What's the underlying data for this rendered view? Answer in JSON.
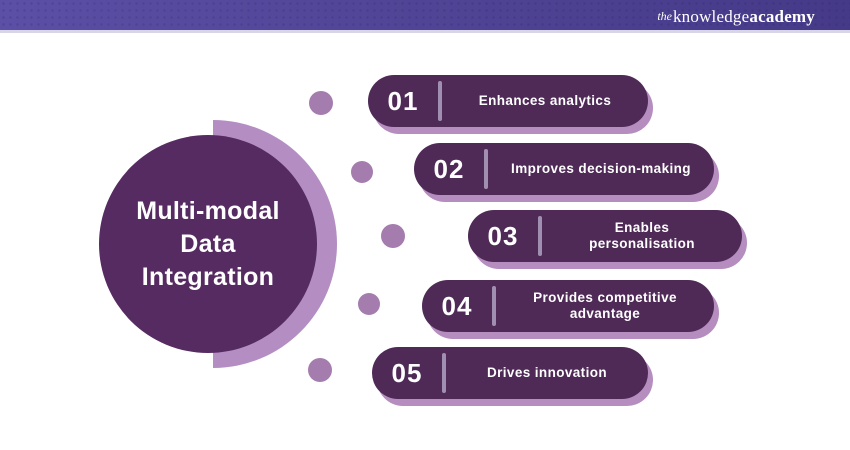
{
  "header": {
    "logo_prefix": "the",
    "logo_word1": "knowledge",
    "logo_word2": "academy"
  },
  "diagram": {
    "title_lines": [
      "Multi-modal",
      "Data",
      "Integration"
    ],
    "items": [
      {
        "number": "01",
        "label": "Enhances analytics"
      },
      {
        "number": "02",
        "label": "Improves decision-making"
      },
      {
        "number": "03",
        "label": "Enables personalisation"
      },
      {
        "number": "04",
        "label": "Provides competitive advantage"
      },
      {
        "number": "05",
        "label": "Drives innovation"
      }
    ]
  },
  "colors": {
    "header_gradient_left": "#5b4fa6",
    "header_gradient_right": "#453a88",
    "header_border": "#d9d5e9",
    "pill_background": "#4f2a57",
    "pill_shadow": "#b58dbf",
    "circle_background": "#562b61",
    "arc_accent": "#b48ec3",
    "dot_accent": "#a47cad",
    "divider": "#a18fb1",
    "text": "#ffffff"
  }
}
